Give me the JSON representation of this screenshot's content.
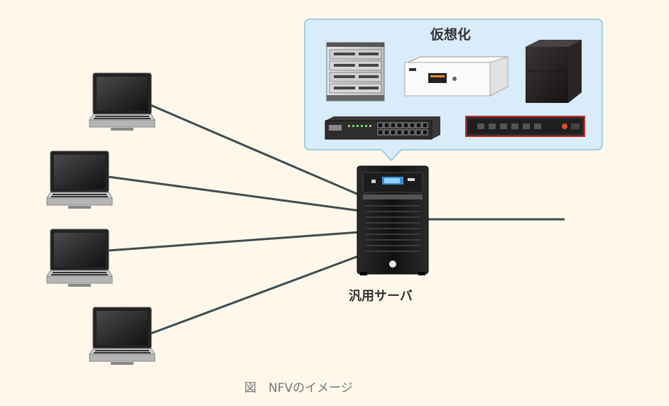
{
  "virtualization": {
    "title": "仮想化",
    "devices": [
      "rack-switch",
      "white-router",
      "black-cube-appliance",
      "network-switch",
      "red-router"
    ]
  },
  "server": {
    "label": "汎用サーバ"
  },
  "clients": {
    "type": "laptop",
    "count": 4
  },
  "caption": "図　NFVのイメージ",
  "colors": {
    "background": "#fff8ea",
    "bubble_fill": "#d8ecf9",
    "bubble_stroke": "#8cbfe0",
    "link_line": "#3e4d52"
  }
}
